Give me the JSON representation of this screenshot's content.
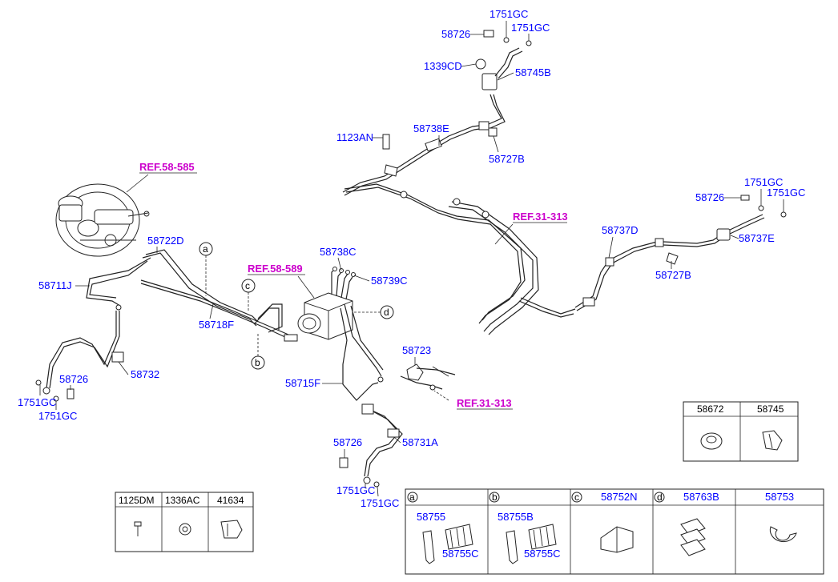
{
  "refs": {
    "ref_58_585": "REF.58-585",
    "ref_58_589": "REF.58-589",
    "ref_31_313_top": "REF.31-313",
    "ref_31_313_mid": "REF.31-313"
  },
  "labels": {
    "p1751gc_top1": "1751GC",
    "p1751gc_top2": "1751GC",
    "p58726_top": "58726",
    "p1339cd": "1339CD",
    "p58745b": "58745B",
    "p1123an": "1123AN",
    "p58738e": "58738E",
    "p58727b_top": "58727B",
    "p58722d": "58722D",
    "p58711j": "58711J",
    "p58718f": "58718F",
    "p58738c": "58738C",
    "p58739c": "58739C",
    "p58732": "58732",
    "p58726_left": "58726",
    "p1751gc_left1": "1751GC",
    "p1751gc_left2": "1751GC",
    "p58723": "58723",
    "p58715f": "58715F",
    "p58726_mid": "58726",
    "p58731a": "58731A",
    "p1751gc_mid1": "1751GC",
    "p1751gc_mid2": "1751GC",
    "p58726_right": "58726",
    "p1751gc_right1": "1751GC",
    "p1751gc_right2": "1751GC",
    "p58737d": "58737D",
    "p58737e": "58737E",
    "p58727b_right": "58727B"
  },
  "callouts": {
    "a": "a",
    "b": "b",
    "c": "c",
    "d": "d"
  },
  "table_left": {
    "headers": [
      "1125DM",
      "1336AC",
      "41634"
    ]
  },
  "table_right_small": {
    "headers": [
      "58672",
      "58745"
    ]
  },
  "table_bottom": {
    "cells": [
      {
        "letter": "a",
        "title": "",
        "parts": [
          "58755",
          "58755C"
        ]
      },
      {
        "letter": "b",
        "title": "",
        "parts": [
          "58755B",
          "58755C"
        ]
      },
      {
        "letter": "c",
        "title": "58752N",
        "parts": []
      },
      {
        "letter": "d",
        "title": "58763B",
        "parts": []
      },
      {
        "letter": "",
        "title": "58753",
        "parts": []
      }
    ]
  }
}
